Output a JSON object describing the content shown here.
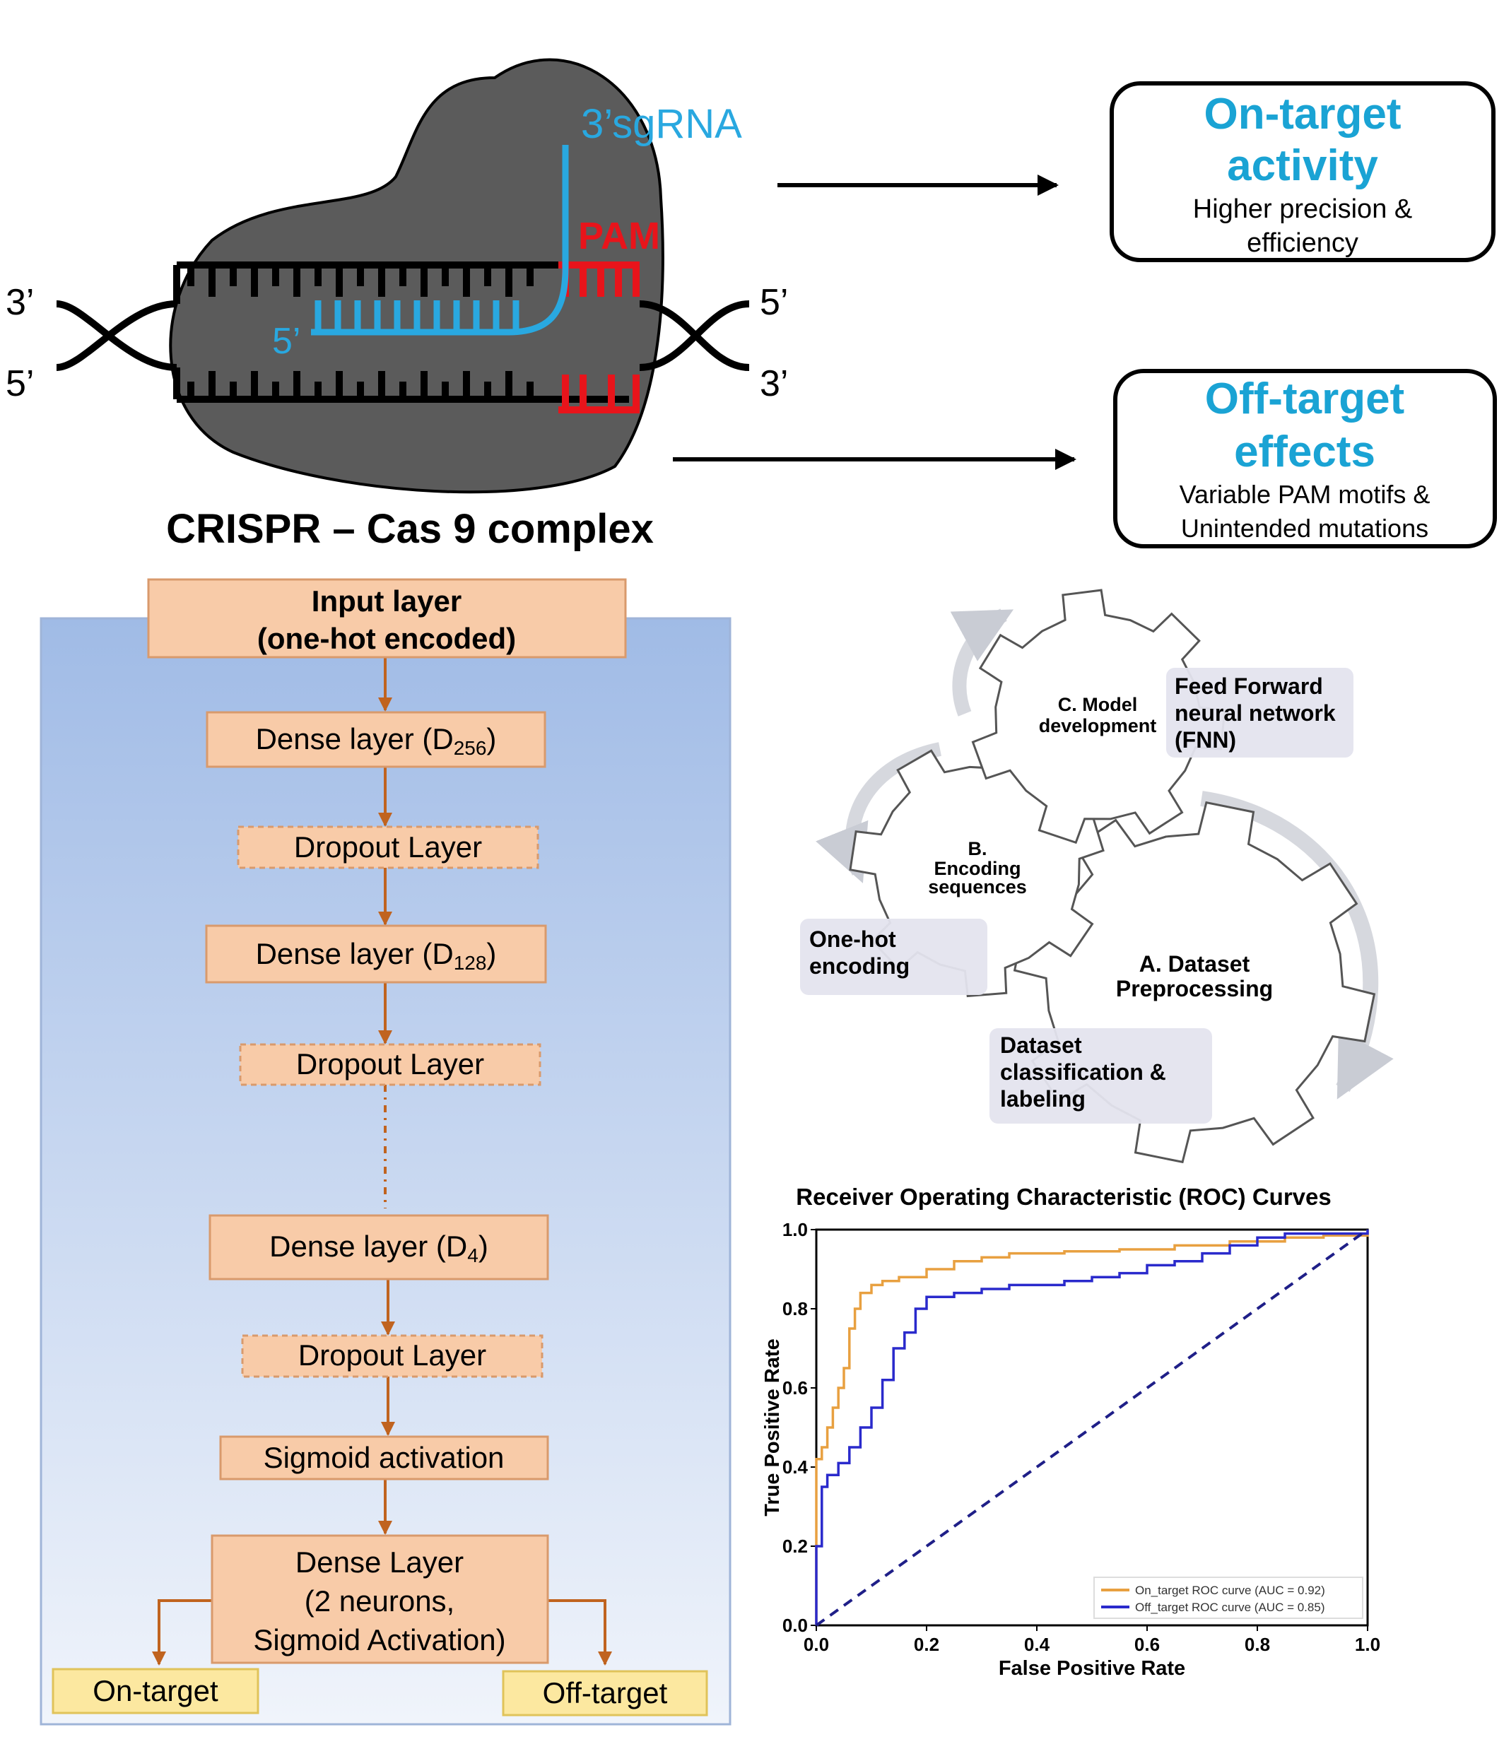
{
  "crispr": {
    "strand_left_top": "3’",
    "strand_left_bottom": "5’",
    "strand_right_top": "5’",
    "strand_right_bottom": "3’",
    "sgrna_3": "3’sgRNA",
    "sgrna_5": "5’",
    "pam": "PAM",
    "caption": "CRISPR – Cas 9 complex",
    "colors": {
      "complex": "#5b5b5b",
      "sgrna": "#29a8e0",
      "pam": "#e8141b"
    }
  },
  "outcomes": {
    "on_target": {
      "title_1": "On-target",
      "title_2": "activity",
      "desc_1": "Higher precision &",
      "desc_2": "efficiency"
    },
    "off_target": {
      "title_1": "Off-target",
      "title_2": "effects",
      "desc_1": "Variable PAM motifs &",
      "desc_2": "Unintended mutations"
    },
    "title_color": "#1aa3d4"
  },
  "network": {
    "input": {
      "line_1": "Input layer",
      "line_2": "(one-hot encoded)"
    },
    "dense_label": "Dense layer (D",
    "dense_close": ")",
    "dense_1_sub": "256",
    "dense_2_sub": "128",
    "dense_3_sub": "4",
    "dropout_1": "Dropout Layer",
    "dropout_2": "Dropout Layer",
    "dropout_3": "Dropout Layer",
    "sigmoid": "Sigmoid activation",
    "output": {
      "line_1": "Dense Layer",
      "line_2": "(2 neurons,",
      "line_3": "Sigmoid Activation)"
    },
    "on_target": "On-target",
    "off_target": "Off-target",
    "colors": {
      "box_fill": "#f8cba8",
      "box_stroke": "#d99a6c",
      "arrow": "#c0631f",
      "out_fill": "#fce8a0",
      "panel_top": "#a3bde6",
      "panel_bottom": "#eef3fb"
    }
  },
  "gears": {
    "a_line_1": "A. Dataset",
    "a_line_2": "Preprocessing",
    "b_line_1": "B.",
    "b_line_2": "Encoding",
    "b_line_3": "sequences",
    "c_line_1": "C. Model",
    "c_line_2": "development",
    "tag_a_1": "Dataset",
    "tag_a_2": "classification &",
    "tag_a_3": "labeling",
    "tag_b_1": "One-hot",
    "tag_b_2": "encoding",
    "tag_c_1": "Feed Forward",
    "tag_c_2": "neural network",
    "tag_c_3": "(FNN)"
  },
  "chart_data": {
    "type": "line",
    "title": "Receiver Operating Characteristic (ROC) Curves",
    "xlabel": "False Positive Rate",
    "ylabel": "True Positive Rate",
    "xlim": [
      0.0,
      1.0
    ],
    "ylim": [
      0.0,
      1.0
    ],
    "x_ticks": [
      "0.0",
      "0.2",
      "0.4",
      "0.6",
      "0.8",
      "1.0"
    ],
    "y_ticks": [
      "0.0",
      "0.2",
      "0.4",
      "0.6",
      "0.8",
      "1.0"
    ],
    "grid": false,
    "legend_position": "lower right",
    "series": [
      {
        "name": "On_target ROC curve (AUC = 0.92)",
        "color": "#e8a040",
        "points": [
          [
            0,
            0
          ],
          [
            0,
            0.42
          ],
          [
            0.01,
            0.45
          ],
          [
            0.02,
            0.5
          ],
          [
            0.03,
            0.55
          ],
          [
            0.04,
            0.6
          ],
          [
            0.05,
            0.65
          ],
          [
            0.06,
            0.75
          ],
          [
            0.07,
            0.8
          ],
          [
            0.08,
            0.84
          ],
          [
            0.1,
            0.86
          ],
          [
            0.12,
            0.87
          ],
          [
            0.15,
            0.88
          ],
          [
            0.2,
            0.9
          ],
          [
            0.25,
            0.92
          ],
          [
            0.3,
            0.93
          ],
          [
            0.35,
            0.94
          ],
          [
            0.45,
            0.945
          ],
          [
            0.55,
            0.95
          ],
          [
            0.65,
            0.96
          ],
          [
            0.75,
            0.97
          ],
          [
            0.85,
            0.98
          ],
          [
            0.92,
            0.985
          ],
          [
            1.0,
            1.0
          ]
        ]
      },
      {
        "name": "Off_target ROC curve (AUC = 0.85)",
        "color": "#2a2acc",
        "points": [
          [
            0,
            0
          ],
          [
            0,
            0.2
          ],
          [
            0.01,
            0.35
          ],
          [
            0.02,
            0.38
          ],
          [
            0.04,
            0.41
          ],
          [
            0.06,
            0.45
          ],
          [
            0.08,
            0.5
          ],
          [
            0.1,
            0.55
          ],
          [
            0.12,
            0.62
          ],
          [
            0.14,
            0.7
          ],
          [
            0.16,
            0.74
          ],
          [
            0.18,
            0.8
          ],
          [
            0.2,
            0.83
          ],
          [
            0.25,
            0.84
          ],
          [
            0.3,
            0.85
          ],
          [
            0.35,
            0.86
          ],
          [
            0.4,
            0.86
          ],
          [
            0.45,
            0.87
          ],
          [
            0.5,
            0.88
          ],
          [
            0.55,
            0.89
          ],
          [
            0.6,
            0.91
          ],
          [
            0.65,
            0.92
          ],
          [
            0.7,
            0.94
          ],
          [
            0.75,
            0.96
          ],
          [
            0.8,
            0.98
          ],
          [
            0.85,
            0.99
          ],
          [
            0.9,
            0.99
          ],
          [
            1.0,
            1.0
          ]
        ]
      },
      {
        "name": "",
        "color": "#1f1f88",
        "dashed": true,
        "points": [
          [
            0,
            0
          ],
          [
            1,
            1
          ]
        ]
      }
    ]
  }
}
